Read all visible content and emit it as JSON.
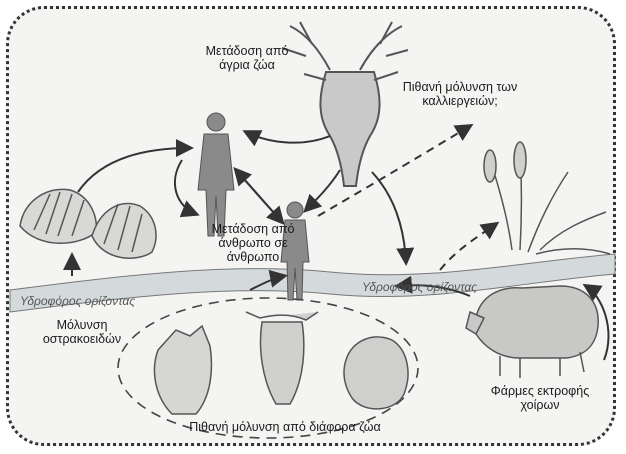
{
  "labels": {
    "wild_animals": "Μετάδοση από άγρια ζώα",
    "crops": "Πιθανή μόλυνση των καλλιεργειών;",
    "human_to_human": "Μετάδοση από άνθρωπο σε άνθρωπο",
    "aquifer_left": "Υδροφόρος ορίζοντας",
    "aquifer_right": "Υδροφόρος ορίζοντας",
    "shellfish": "Μόλυνση οστρακοειδών",
    "pig_farms": "Φάρμες εκτροφής χοίρων",
    "various_animals": "Πιθανή μόλυνση από διάφορα ζώα"
  },
  "icons": [
    "deer-icon",
    "person-icon",
    "shell-icon",
    "wheat-icon",
    "pig-icon",
    "cow-icon",
    "sheep-icon"
  ],
  "colors": {
    "background": "#f4f4f3",
    "lines": "#3a3a3a",
    "water": "#b8c4c8"
  }
}
